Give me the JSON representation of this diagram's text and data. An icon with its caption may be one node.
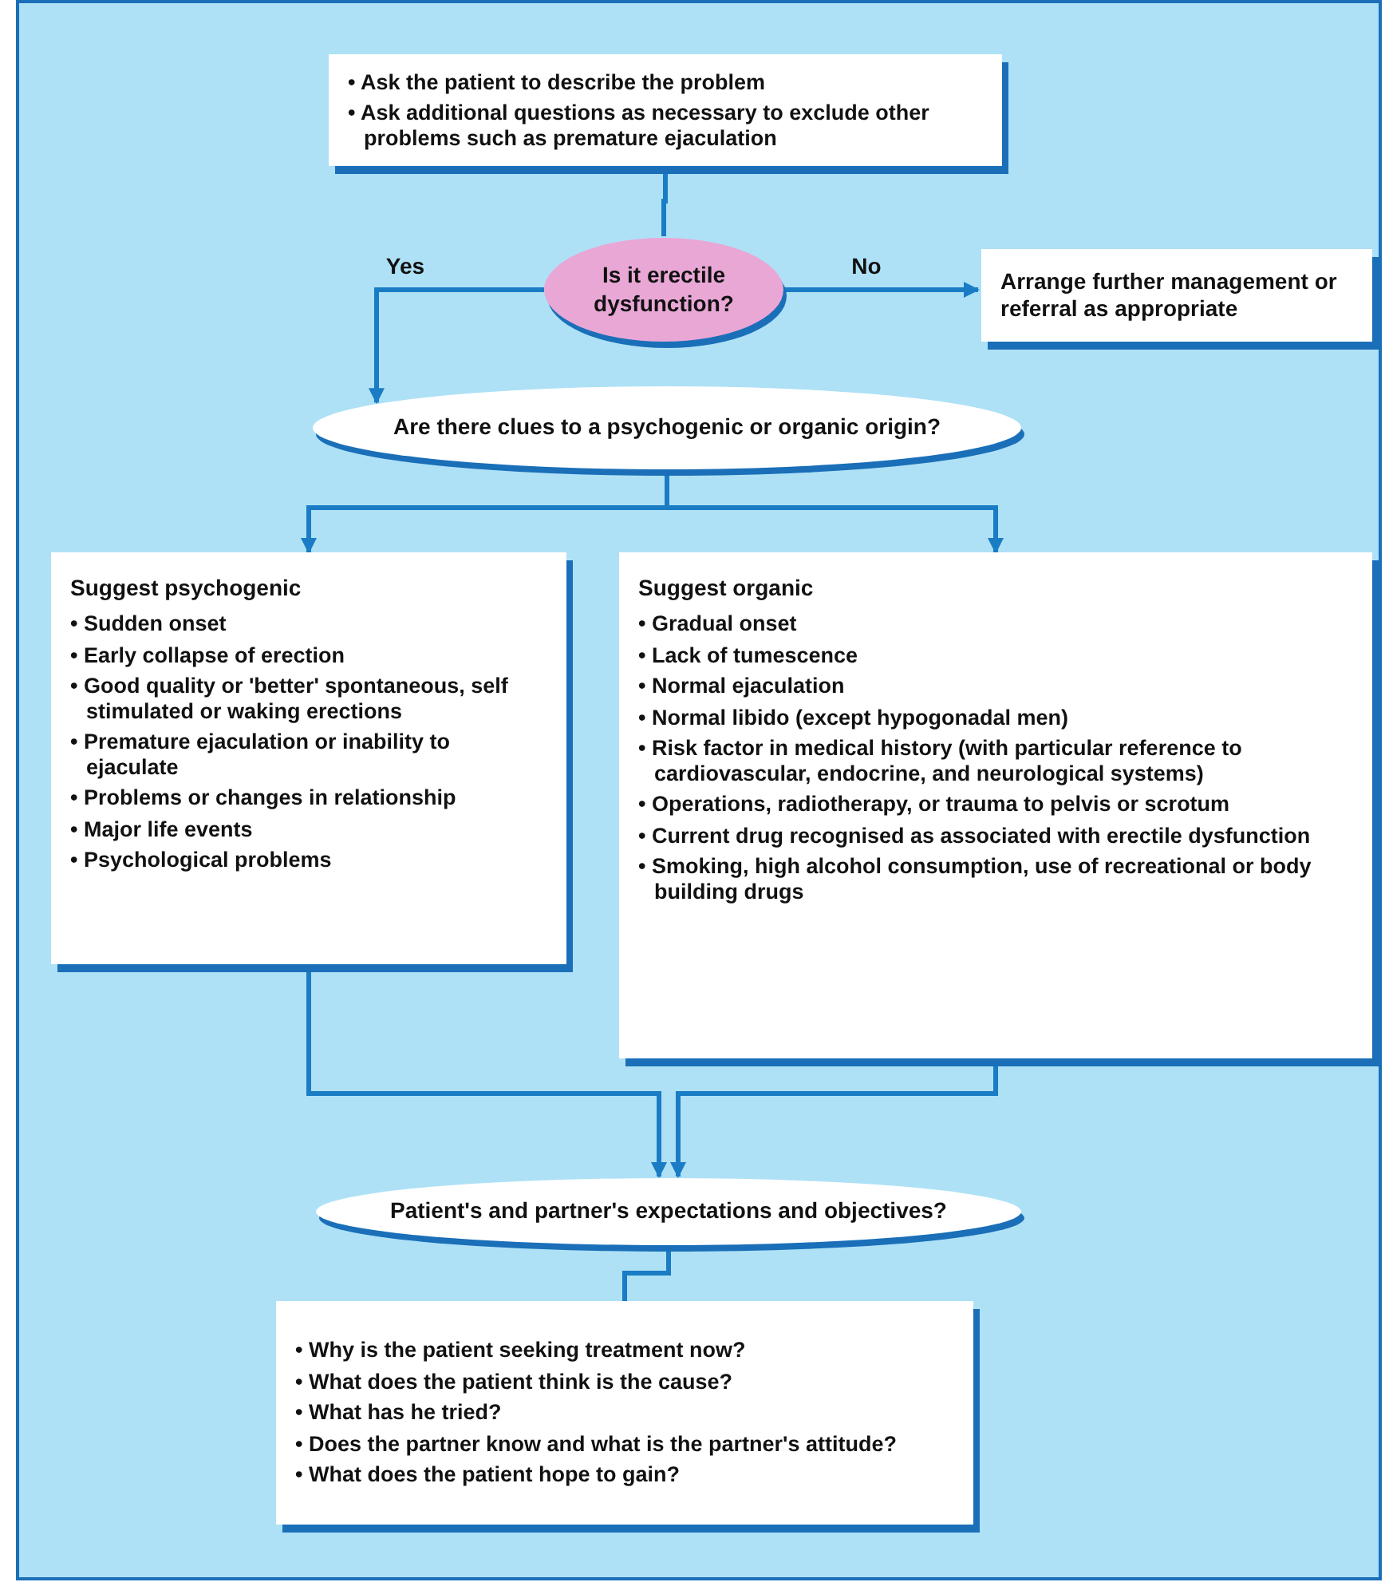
{
  "diagram": {
    "nodes": [
      {
        "text": [
          "• Ask the patient to describe the problem",
          "• Ask additional questions as necessary to exclude other problems such as premature ejaculation"
        ]
      },
      {
        "text": [
          "Is it erectile dysfunction?"
        ]
      },
      {
        "text": [
          "Arrange further management or referral as appropriate"
        ]
      },
      {
        "text": [
          "Are there clues to a psychogenic or organic origin?"
        ]
      },
      {
        "text": [
          "Suggest psychogenic",
          "• Sudden onset",
          "• Early collapse of erection",
          "• Good quality or 'better' spontaneous, self stimulated or waking erections",
          "• Premature ejaculation or inability to ejaculate",
          "• Problems or changes in relationship",
          "• Major life events",
          "• Psychological problems"
        ]
      },
      {
        "text": [
          "Suggest organic",
          "• Gradual onset",
          "• Lack of tumescence",
          "• Normal ejaculation",
          "• Normal libido (except hypogonadal men)",
          "• Risk factor in medical history (with particular reference to cardiovascular, endocrine, and neurological systems)",
          "• Operations, radiotherapy, or trauma to pelvis or scrotum",
          "• Current drug recognised as associated with erectile dysfunction",
          "• Smoking, high alcohol consumption, use of recreational or body building drugs"
        ]
      },
      {
        "text": [
          "Patient's and partner's expectations and objectives?"
        ]
      },
      {
        "text": [
          "• Why is the patient seeking treatment now?",
          "• What does the patient think is the cause?",
          "• What has he tried?",
          "• Does the partner know and what is the partner's attitude?",
          "• What does the patient hope to gain?"
        ]
      }
    ],
    "edges": [
      {
        "from": 0,
        "to": 1,
        "arrow": "none"
      },
      {
        "from": 1,
        "to": 2,
        "arrow": "to",
        "label": "No"
      },
      {
        "from": 1,
        "to": 3,
        "arrow": "to",
        "label": "Yes"
      },
      {
        "from": 3,
        "to": 4,
        "arrow": "to"
      },
      {
        "from": 3,
        "to": 5,
        "arrow": "to"
      },
      {
        "from": 4,
        "to": 6,
        "arrow": "to"
      },
      {
        "from": 5,
        "to": 6,
        "arrow": "to"
      },
      {
        "from": 6,
        "to": 7,
        "arrow": "none"
      }
    ]
  }
}
